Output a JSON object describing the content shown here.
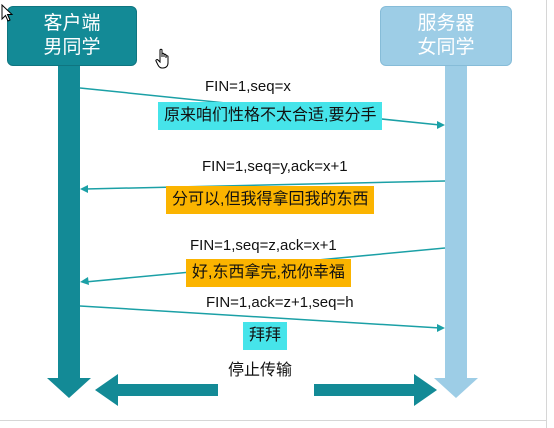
{
  "client": {
    "line1": "客户端",
    "line2": "男同学"
  },
  "server": {
    "line1": "服务器",
    "line2": "女同学"
  },
  "messages": [
    {
      "label": "FIN=1,seq=x",
      "note": "原来咱们性格不太合适,要分手",
      "note_color": "#46e4ea",
      "direction": "to-server"
    },
    {
      "label": "FIN=1,seq=y,ack=x+1",
      "note": "分可以,但我得拿回我的东西",
      "note_color": "#fbb400",
      "direction": "to-client"
    },
    {
      "label": "FIN=1,seq=z,ack=x+1",
      "note": "好,东西拿完,祝你幸福",
      "note_color": "#fbb400",
      "direction": "to-client"
    },
    {
      "label": "FIN=1,ack=z+1,seq=h",
      "note": "拜拜",
      "note_color": "#46e4ea",
      "direction": "to-server"
    }
  ],
  "stop_label": "停止传输",
  "colors": {
    "client": "#138a96",
    "server": "#9dcde6",
    "message_line": "#1ba0a6",
    "teal_highlight": "#46e4ea",
    "orange_highlight": "#fbb400"
  }
}
